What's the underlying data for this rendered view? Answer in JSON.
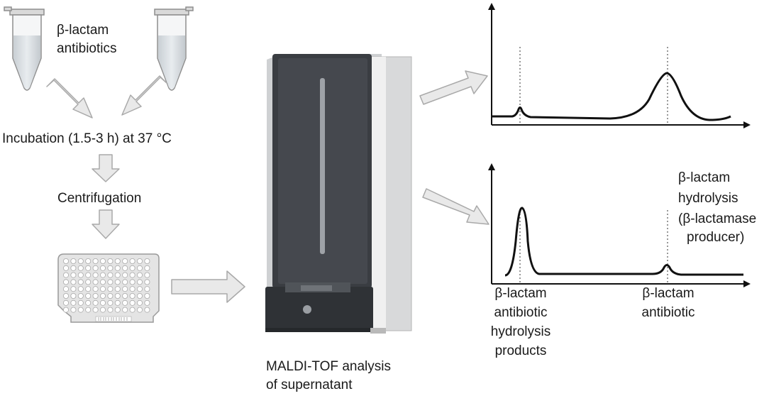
{
  "labels": {
    "reagent": [
      "β-lactam",
      "antibiotics"
    ],
    "incubation": "Incubation (1.5-3 h) at 37 °C",
    "centrifugation": "Centrifugation",
    "maldi": [
      "MALDI-TOF analysis",
      "of supernatant"
    ],
    "hydrolysis_note": [
      "β-lactam",
      "hydrolysis",
      "(β-lactamase",
      "producer)"
    ],
    "peak_left": [
      "β-lactam",
      "antibiotic",
      "hydrolysis",
      "products"
    ],
    "peak_right": [
      "β-lactam",
      "antibiotic"
    ]
  },
  "spectra": [
    {
      "peaks": [
        {
          "position": "hydrolysis-products",
          "height": "small"
        },
        {
          "position": "antibiotic",
          "height": "large"
        }
      ]
    },
    {
      "peaks": [
        {
          "position": "hydrolysis-products",
          "height": "large"
        },
        {
          "position": "antibiotic",
          "height": "small"
        }
      ]
    }
  ],
  "colors": {
    "arrow_fill": "#e9e9e9",
    "arrow_stroke": "#a9a9a9",
    "instrument_dark": "#3a3d42",
    "instrument_side": "#d6d6d6",
    "plate": "#e4e4e4"
  }
}
